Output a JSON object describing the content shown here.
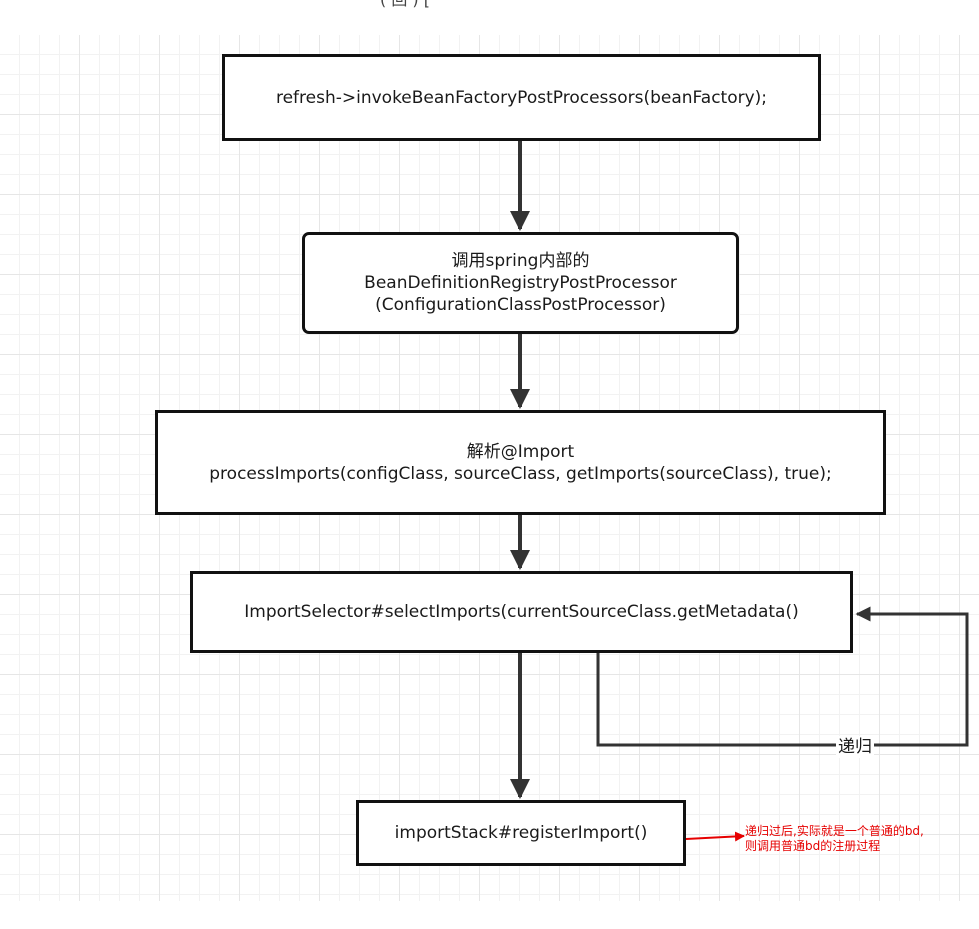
{
  "top_fragment": "( 回 ) [",
  "nodes": {
    "refresh": {
      "text": "refresh->invokeBeanFactoryPostProcessors(beanFactory);"
    },
    "config": {
      "line1": "调用spring内部的",
      "line2": "BeanDefinitionRegistryPostProcessor",
      "line3": "(ConfigurationClassPostProcessor)"
    },
    "parse": {
      "line1": "解析@Import",
      "line2": "processImports(configClass, sourceClass, getImports(sourceClass), true);"
    },
    "selector": {
      "text": "ImportSelector#selectImports(currentSourceClass.getMetadata()"
    },
    "register": {
      "text": "importStack#registerImport()"
    }
  },
  "edges": {
    "recursion_label": "递归"
  },
  "annotation": {
    "line1": "递归过后,实际就是一个普通的bd,",
    "line2": "则调用普通bd的注册过程"
  },
  "colors": {
    "node_border": "#111111",
    "edge": "#333333",
    "annotation": "#e60000",
    "grid_major": "#e6e6e6",
    "grid_minor": "#f2f2f2"
  }
}
